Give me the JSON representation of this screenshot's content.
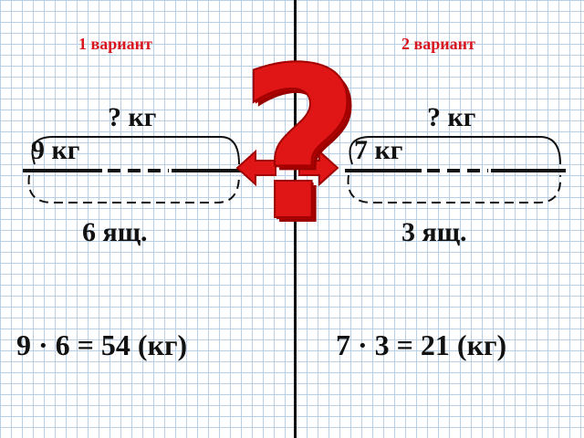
{
  "left": {
    "variant_label": "1 вариант",
    "question": "? кг",
    "unit_value": "9 кг",
    "boxes": "6 ящ.",
    "equation": "9 · 6 = 54 (кг)"
  },
  "right": {
    "variant_label": "2 вариант",
    "question": "? кг",
    "unit_value": "7 кг",
    "boxes": "3 ящ.",
    "equation": "7 · 3 = 21 (кг)"
  },
  "center": {
    "question_mark": "?"
  },
  "colors": {
    "accent_red": "#e01515",
    "grid": "#b9cfe6",
    "ink": "#111111"
  }
}
